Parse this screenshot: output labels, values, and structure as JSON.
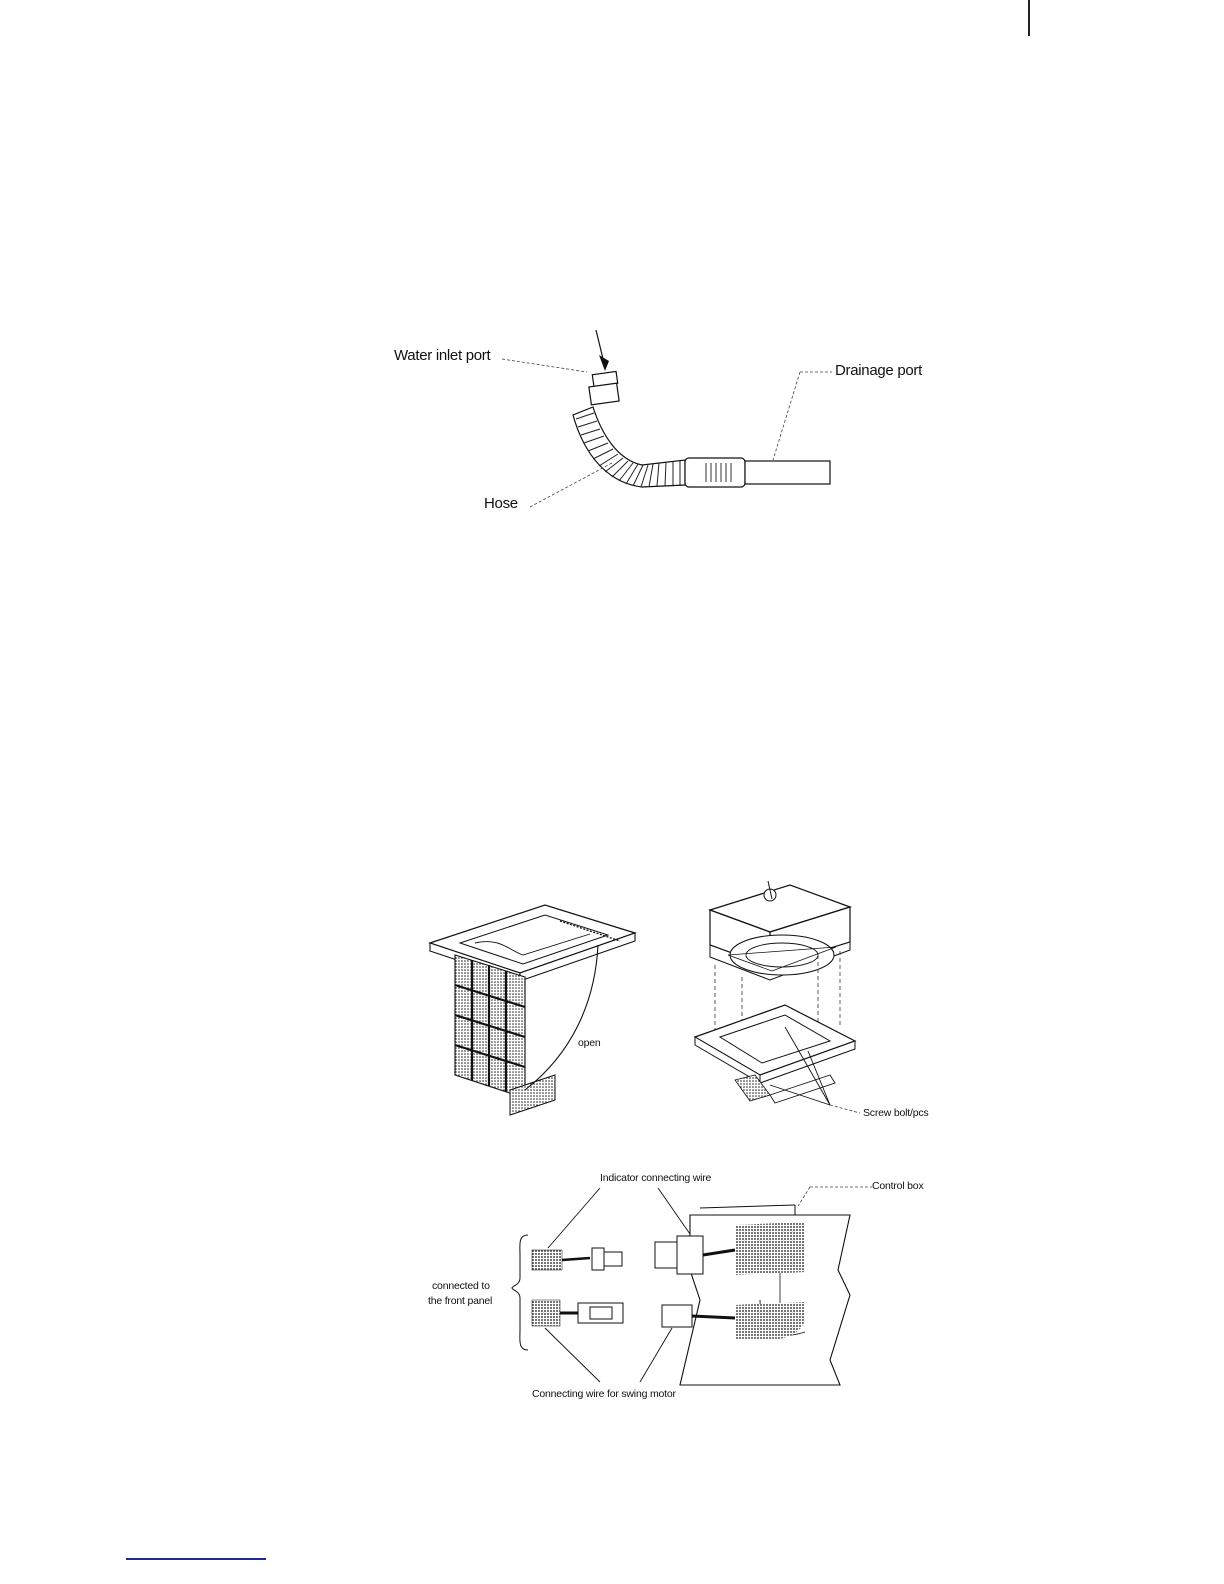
{
  "figures": {
    "hose": {
      "water_inlet_port": "Water inlet port",
      "drainage_port": "Drainage port",
      "hose": "Hose"
    },
    "panel": {
      "open": "open",
      "screw_bolt": "Screw bolt/pcs"
    },
    "wiring": {
      "indicator_wire": "Indicator connecting wire",
      "control_box": "Control box",
      "connected_front_panel_1": "connected to",
      "connected_front_panel_2": "the front panel",
      "swing_motor_wire": "Connecting wire for swing motor"
    }
  }
}
